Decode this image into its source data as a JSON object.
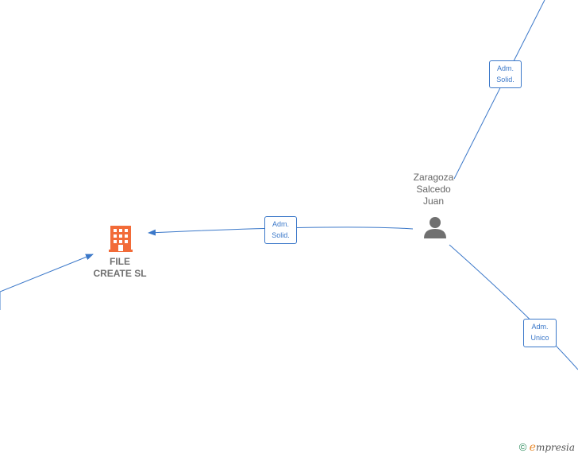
{
  "nodes": {
    "company": {
      "name": "FILE\nCREATE  SL",
      "icon": "building-icon",
      "color": "#f26b38"
    },
    "person": {
      "name": "Zaragoza\nSalcedo\nJuan",
      "icon": "person-icon",
      "color": "#707070"
    }
  },
  "edges": [
    {
      "label": "Adm.\nSolid."
    },
    {
      "label": "Adm.\nSolid."
    },
    {
      "label": "Adm.\nUnico"
    }
  ],
  "colors": {
    "edge": "#3b78c9"
  },
  "brand": {
    "copyright": "©",
    "initial": "e",
    "rest": "mpresia"
  }
}
